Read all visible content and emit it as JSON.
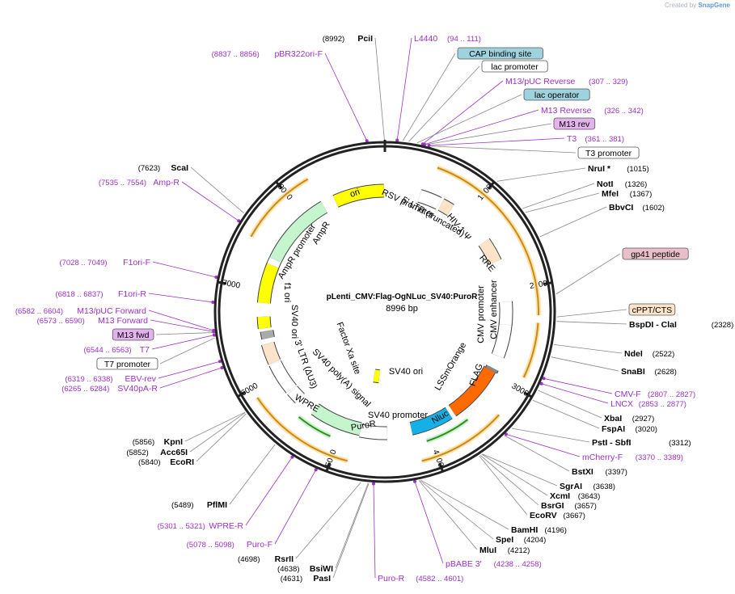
{
  "watermark": {
    "created_by": "Created by",
    "brand": "SnapGene"
  },
  "plasmid": {
    "name": "pLenti_CMV:Flag-OgNLuc_SV40:PuroR",
    "length": "8996 bp",
    "length_bp": 8996
  },
  "ruler_ticks": [
    "1000",
    "2000",
    "3000",
    "4000",
    "5000",
    "6000",
    "7000",
    "8000"
  ],
  "colors": {
    "enzyme": "#000000",
    "primer": "#9b30c8",
    "leader": "#888888"
  },
  "enzymes": [
    {
      "name": "PciI",
      "pos": "(8992)"
    },
    {
      "name": "NruI *",
      "pos": "(1015)"
    },
    {
      "name": "NotI",
      "pos": "(1326)"
    },
    {
      "name": "MfeI",
      "pos": "(1367)"
    },
    {
      "name": "BbvCI",
      "pos": "(1602)"
    },
    {
      "name": "BspDI  -  ClaI",
      "pos": "(2328)"
    },
    {
      "name": "NdeI",
      "pos": "(2522)"
    },
    {
      "name": "SnaBI",
      "pos": "(2628)"
    },
    {
      "name": "XbaI",
      "pos": "(2927)"
    },
    {
      "name": "FspAI",
      "pos": "(3020)"
    },
    {
      "name": "PstI  -  SbfI",
      "pos": "(3312)"
    },
    {
      "name": "BstXI",
      "pos": "(3397)"
    },
    {
      "name": "SgrAI",
      "pos": "(3638)"
    },
    {
      "name": "XcmI",
      "pos": "(3643)"
    },
    {
      "name": "BsrGI",
      "pos": "(3657)"
    },
    {
      "name": "EcoRV",
      "pos": "(3667)"
    },
    {
      "name": "BamHI",
      "pos": "(4196)"
    },
    {
      "name": "SpeI",
      "pos": "(4204)"
    },
    {
      "name": "MluI",
      "pos": "(4212)"
    },
    {
      "name": "PasI",
      "pos": "(4631)"
    },
    {
      "name": "BsiWI",
      "pos": "(4638)"
    },
    {
      "name": "RsrII",
      "pos": "(4698)"
    },
    {
      "name": "PflMI",
      "pos": "(5489)"
    },
    {
      "name": "EcoRI",
      "pos": "(5840)"
    },
    {
      "name": "Acc65I",
      "pos": "(5852)"
    },
    {
      "name": "KpnI",
      "pos": "(5856)"
    },
    {
      "name": "ScaI",
      "pos": "(7623)"
    }
  ],
  "primers": [
    {
      "name": "L4440",
      "range": "(94 .. 111)"
    },
    {
      "name": "M13/pUC Reverse",
      "range": "(307 .. 329)"
    },
    {
      "name": "M13 Reverse",
      "range": "(326 .. 342)"
    },
    {
      "name": "T3",
      "range": "(361 .. 381)"
    },
    {
      "name": "CMV-F",
      "range": "(2807 .. 2827)"
    },
    {
      "name": "LNCX",
      "range": "(2853 .. 2877)"
    },
    {
      "name": "mCherry-F",
      "range": "(3370 .. 3389)"
    },
    {
      "name": "pBABE 3'",
      "range": "(4238 .. 4258)"
    },
    {
      "name": "Puro-R",
      "range": "(4582 .. 4601)"
    },
    {
      "name": "Puro-F",
      "range": "(5078 .. 5098)"
    },
    {
      "name": "WPRE-R",
      "range": "(5301 .. 5321)"
    },
    {
      "name": "SV40pA-R",
      "range": "(6265 .. 6284)"
    },
    {
      "name": "EBV-rev",
      "range": "(6319 .. 6338)"
    },
    {
      "name": "T7",
      "range": "(6544 .. 6563)"
    },
    {
      "name": "M13 Forward",
      "range": "(6573 .. 6590)"
    },
    {
      "name": "M13/pUC Forward",
      "range": "(6582 .. 6604)"
    },
    {
      "name": "F1ori-R",
      "range": "(6818 .. 6837)"
    },
    {
      "name": "F1ori-F",
      "range": "(7028 .. 7049)"
    },
    {
      "name": "Amp-R",
      "range": "(7535 .. 7554)"
    },
    {
      "name": "pBR322ori-F",
      "range": "(8837 .. 8856)"
    }
  ],
  "boxed_labels": [
    {
      "name": "CAP binding site",
      "fill": "#9fd2df"
    },
    {
      "name": "lac promoter",
      "fill": "#ffffff"
    },
    {
      "name": "lac operator",
      "fill": "#9fd2df"
    },
    {
      "name": "M13 rev",
      "fill": "#e4b3ee"
    },
    {
      "name": "T3 promoter",
      "fill": "#ffffff"
    },
    {
      "name": "gp41 peptide",
      "fill": "#e9c0c9"
    },
    {
      "name": "cPPT/CTS",
      "fill": "#fde3c8"
    },
    {
      "name": "M13 fwd",
      "fill": "#e4b3ee"
    },
    {
      "name": "T7 promoter",
      "fill": "#ffffff"
    }
  ],
  "features": [
    {
      "name": "ori",
      "color": "#ffff00",
      "start": 8396,
      "end": 8985
    },
    {
      "name": "AmpR",
      "color": "#c5f5cc",
      "start": 7383,
      "end": 8244
    },
    {
      "name": "AmpR promoter",
      "color": "#ffffff",
      "start": 7278,
      "end": 7382
    },
    {
      "name": "f1 ori",
      "color": "#ffff00",
      "start": 6853,
      "end": 7308
    },
    {
      "name": "SV40 ori",
      "color": "#ffff00",
      "start": 6555,
      "end": 6692
    },
    {
      "name": "Factor Xa site",
      "color": "#aaaaaa",
      "start": 6431,
      "end": 6520
    },
    {
      "name": "3' LTR (ΔU3)",
      "color": "#fde3c8",
      "start": 6136,
      "end": 6370
    },
    {
      "name": "SV40 poly(A) signal",
      "color": "#ffffff",
      "start": 5760,
      "end": 6120
    },
    {
      "name": "WPRE",
      "color": "#ffffff",
      "start": 5610,
      "end": 5740
    },
    {
      "name": "PuroR",
      "color": "#c5f5cc",
      "start": 4791,
      "end": 5390
    },
    {
      "name": "SV40 promoter",
      "color": "#ffffff",
      "start": 4470,
      "end": 4790
    },
    {
      "name": "SV40 ori",
      "color": "#ffff00",
      "start": 4622,
      "end": 4736
    },
    {
      "name": "Nluc",
      "color": "#16b0e8",
      "start": 3690,
      "end": 4180
    },
    {
      "name": "LSSmOrange",
      "color": "#ff6a00",
      "start": 2960,
      "end": 3640
    },
    {
      "name": "FLAG",
      "color": "#888888",
      "start": 2935,
      "end": 2970
    },
    {
      "name": "CMV promoter",
      "color": "#ffffff",
      "start": 2380,
      "end": 2780
    },
    {
      "name": "CMV enhancer",
      "color": "#ffffff",
      "start": 2130,
      "end": 2400
    },
    {
      "name": "RRE",
      "color": "#fde3c8",
      "start": 1370,
      "end": 1640
    },
    {
      "name": "HIV-1 Ψ",
      "color": "#fde3c8",
      "start": 690,
      "end": 820
    },
    {
      "name": "5' LTR (truncated)",
      "color": "#fde3c8",
      "start": 460,
      "end": 640
    },
    {
      "name": "RSV promoter",
      "color": "#ffffff",
      "start": 415,
      "end": 660
    }
  ],
  "orfs": [
    {
      "start": 500,
      "end": 2280
    },
    {
      "start": 2350,
      "end": 2880
    },
    {
      "start": 3300,
      "end": 4150
    },
    {
      "start": 4850,
      "end": 5900
    },
    {
      "start": 7480,
      "end": 8244
    }
  ],
  "green_arcs": [
    {
      "start": 3560,
      "end": 4050
    },
    {
      "start": 5090,
      "end": 5480
    }
  ]
}
